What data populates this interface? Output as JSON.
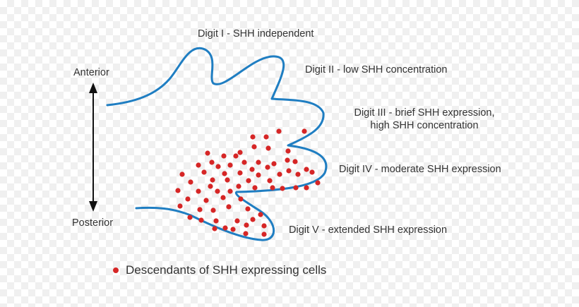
{
  "axis": {
    "top_label": "Anterior",
    "bottom_label": "Posterior"
  },
  "digits": [
    {
      "name": "Digit I - SHH independent"
    },
    {
      "name": "Digit II - low SHH concentration"
    },
    {
      "name": "Digit III - brief SHH expression,",
      "line2": "high SHH concentration"
    },
    {
      "name": "Digit IV - moderate SHH expression"
    },
    {
      "name": "Digit V - extended SHH expression"
    }
  ],
  "legend": {
    "text": "Descendants of SHH expressing cells"
  },
  "colors": {
    "outline": "#1f7ec2",
    "dots": "#d62626",
    "text": "#333333",
    "arrow": "#111111"
  }
}
